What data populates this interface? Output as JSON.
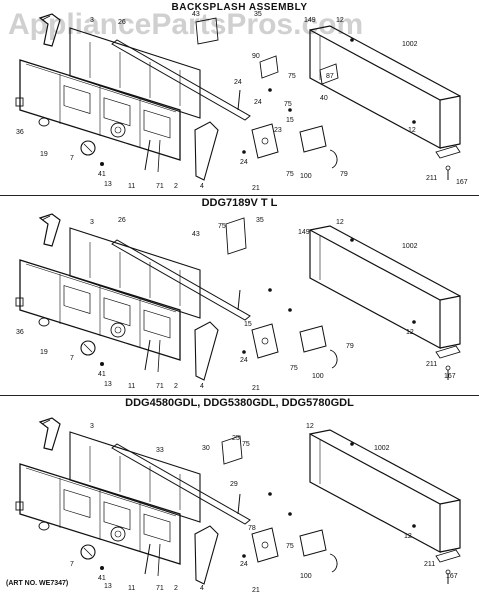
{
  "titles": {
    "main": "BACKSPLASH ASSEMBLY",
    "section2": "DDG7189V T L",
    "section3": "DDG4580GDL, DDG5380GDL, DDG5780GDL"
  },
  "art_number": "(ART NO. WE7347)",
  "watermark": "AppliancePartsPros.com",
  "colors": {
    "ink": "#111111",
    "background": "#ffffff",
    "watermark": "#8a8a8a"
  },
  "sections": [
    {
      "id": "s1",
      "labels": [
        {
          "id": "l1",
          "text": "3"
        },
        {
          "id": "l2",
          "text": "26"
        },
        {
          "id": "l3",
          "text": "43"
        },
        {
          "id": "l4",
          "text": "35"
        },
        {
          "id": "l5",
          "text": "149"
        },
        {
          "id": "l6",
          "text": "12"
        },
        {
          "id": "l7",
          "text": "1002"
        },
        {
          "id": "l8",
          "text": "90"
        },
        {
          "id": "l9",
          "text": "87"
        },
        {
          "id": "l10",
          "text": "75"
        },
        {
          "id": "l11",
          "text": "24"
        },
        {
          "id": "l12",
          "text": "75"
        },
        {
          "id": "l13",
          "text": "40"
        },
        {
          "id": "l14",
          "text": "24"
        },
        {
          "id": "l15",
          "text": "23"
        },
        {
          "id": "l16",
          "text": "15"
        },
        {
          "id": "l17",
          "text": "36"
        },
        {
          "id": "l18",
          "text": "19"
        },
        {
          "id": "l19",
          "text": "7"
        },
        {
          "id": "l20",
          "text": "41"
        },
        {
          "id": "l21",
          "text": "13"
        },
        {
          "id": "l22",
          "text": "11"
        },
        {
          "id": "l23",
          "text": "71"
        },
        {
          "id": "l24",
          "text": "2"
        },
        {
          "id": "l25",
          "text": "4"
        },
        {
          "id": "l26",
          "text": "24"
        },
        {
          "id": "l27",
          "text": "21"
        },
        {
          "id": "l28",
          "text": "75"
        },
        {
          "id": "l29",
          "text": "100"
        },
        {
          "id": "l30",
          "text": "79"
        },
        {
          "id": "l31",
          "text": "12"
        },
        {
          "id": "l32",
          "text": "211"
        },
        {
          "id": "l33",
          "text": "167"
        }
      ]
    },
    {
      "id": "s2",
      "labels": [
        {
          "id": "l1",
          "text": "3"
        },
        {
          "id": "l2",
          "text": "26"
        },
        {
          "id": "l3",
          "text": "43"
        },
        {
          "id": "l4",
          "text": "75"
        },
        {
          "id": "l5",
          "text": "35"
        },
        {
          "id": "l6",
          "text": "149"
        },
        {
          "id": "l7",
          "text": "12"
        },
        {
          "id": "l8",
          "text": "1002"
        },
        {
          "id": "l9",
          "text": "15"
        },
        {
          "id": "l10",
          "text": "36"
        },
        {
          "id": "l11",
          "text": "19"
        },
        {
          "id": "l12",
          "text": "7"
        },
        {
          "id": "l13",
          "text": "41"
        },
        {
          "id": "l14",
          "text": "13"
        },
        {
          "id": "l15",
          "text": "11"
        },
        {
          "id": "l16",
          "text": "71"
        },
        {
          "id": "l17",
          "text": "2"
        },
        {
          "id": "l18",
          "text": "4"
        },
        {
          "id": "l19",
          "text": "24"
        },
        {
          "id": "l20",
          "text": "21"
        },
        {
          "id": "l21",
          "text": "75"
        },
        {
          "id": "l22",
          "text": "100"
        },
        {
          "id": "l23",
          "text": "79"
        },
        {
          "id": "l24",
          "text": "12"
        },
        {
          "id": "l25",
          "text": "211"
        },
        {
          "id": "l26",
          "text": "167"
        }
      ]
    },
    {
      "id": "s3",
      "labels": [
        {
          "id": "l1",
          "text": "3"
        },
        {
          "id": "l2",
          "text": "33"
        },
        {
          "id": "l3",
          "text": "30"
        },
        {
          "id": "l4",
          "text": "25"
        },
        {
          "id": "l5",
          "text": "75"
        },
        {
          "id": "l6",
          "text": "29"
        },
        {
          "id": "l7",
          "text": "12"
        },
        {
          "id": "l8",
          "text": "1002"
        },
        {
          "id": "l9",
          "text": "78"
        },
        {
          "id": "l10",
          "text": "12"
        },
        {
          "id": "l11",
          "text": "7"
        },
        {
          "id": "l12",
          "text": "41"
        },
        {
          "id": "l13",
          "text": "13"
        },
        {
          "id": "l14",
          "text": "11"
        },
        {
          "id": "l15",
          "text": "71"
        },
        {
          "id": "l16",
          "text": "2"
        },
        {
          "id": "l17",
          "text": "4"
        },
        {
          "id": "l18",
          "text": "24"
        },
        {
          "id": "l19",
          "text": "21"
        },
        {
          "id": "l20",
          "text": "75"
        },
        {
          "id": "l21",
          "text": "100"
        },
        {
          "id": "l22",
          "text": "211"
        },
        {
          "id": "l23",
          "text": "167"
        }
      ]
    }
  ]
}
